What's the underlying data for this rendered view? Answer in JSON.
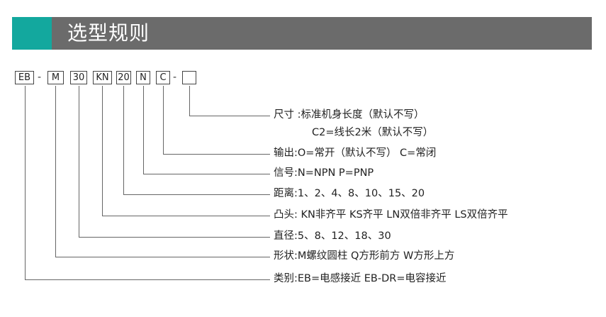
{
  "header": {
    "title": "选型规则"
  },
  "code_boxes": [
    {
      "text": "EB"
    },
    {
      "text": "M"
    },
    {
      "text": "30"
    },
    {
      "text": "KN"
    },
    {
      "text": "20"
    },
    {
      "text": "N"
    },
    {
      "text": "C"
    },
    {
      "text": ""
    }
  ],
  "dash": "-",
  "descriptions": {
    "size": "尺寸 :标准机身长度（默认不写）",
    "size_2": "C2=线长2米（默认不写）",
    "output": "输出:O=常开（默认不写）   C=常闭",
    "signal": "信号:N=NPN   P=PNP",
    "distance": "距离:1、2、4、8、10、15、20",
    "convex": "凸头: KN非齐平   KS齐平   LN双倍非齐平   LS双倍齐平",
    "diameter": "直径:5、8、12、18、30",
    "shape": "形状:M螺纹圆柱  Q方形前方  W方形上方",
    "category": "类别:EB=电感接近   EB-DR=电容接近"
  },
  "colors": {
    "header_bg": "#6b6b6b",
    "accent": "#13a89e"
  }
}
